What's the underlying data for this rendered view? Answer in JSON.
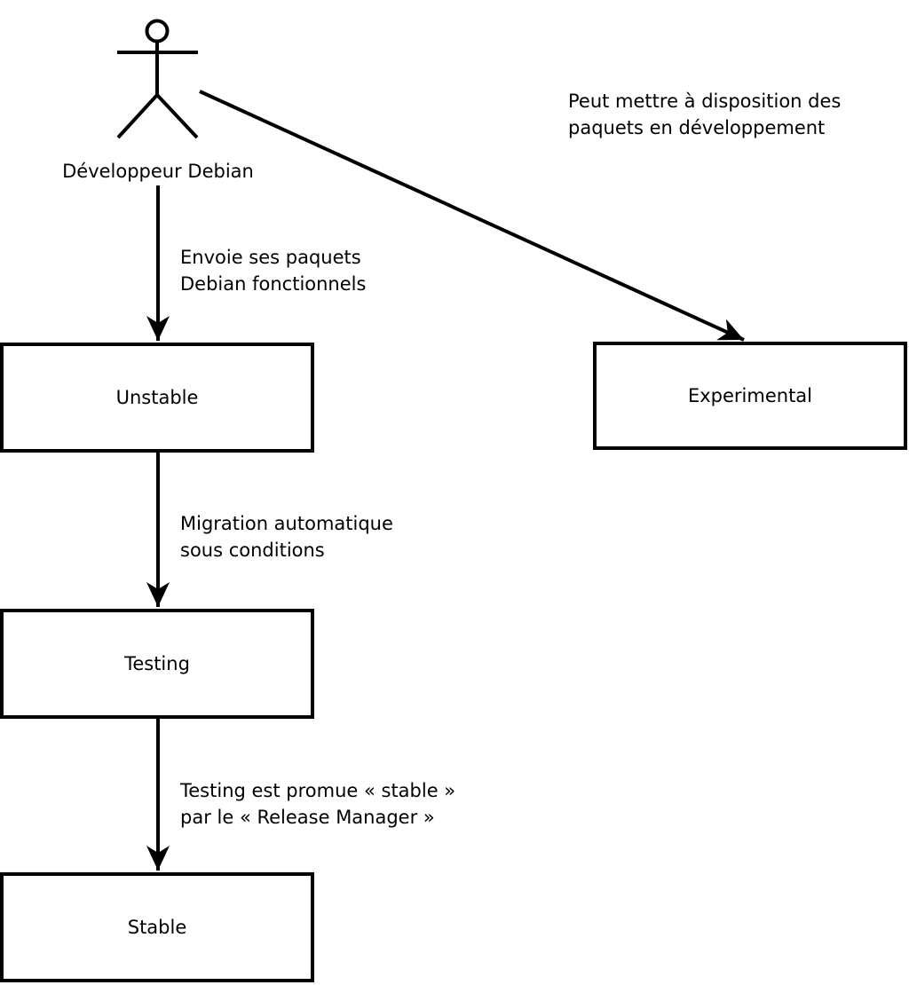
{
  "diagram": {
    "type": "flowchart",
    "background_color": "#ffffff",
    "line_color": "#000000",
    "actor": {
      "label": "Développeur Debian"
    },
    "nodes": [
      {
        "id": "unstable",
        "label": "Unstable"
      },
      {
        "id": "experimental",
        "label": "Experimental"
      },
      {
        "id": "testing",
        "label": "Testing"
      },
      {
        "id": "stable",
        "label": "Stable"
      }
    ],
    "edges": [
      {
        "from": "developer",
        "to": "unstable",
        "label_lines": [
          "Envoie ses paquets",
          "Debian fonctionnels"
        ]
      },
      {
        "from": "developer",
        "to": "experimental",
        "label_lines": [
          "Peut mettre à disposition des",
          "paquets en développement"
        ]
      },
      {
        "from": "unstable",
        "to": "testing",
        "label_lines": [
          "Migration automatique",
          "sous conditions"
        ]
      },
      {
        "from": "testing",
        "to": "stable",
        "label_lines": [
          "Testing est promue « stable »",
          "par le « Release Manager »"
        ]
      }
    ]
  }
}
